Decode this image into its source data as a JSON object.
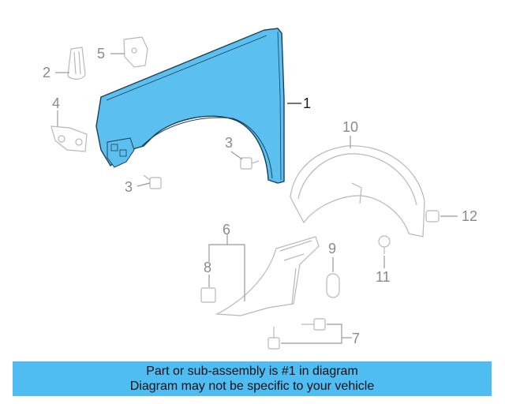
{
  "diagram": {
    "callouts": [
      {
        "id": "1",
        "label": "1"
      },
      {
        "id": "2",
        "label": "2"
      },
      {
        "id": "3a",
        "label": "3"
      },
      {
        "id": "3b",
        "label": "3"
      },
      {
        "id": "4",
        "label": "4"
      },
      {
        "id": "5",
        "label": "5"
      },
      {
        "id": "6",
        "label": "6"
      },
      {
        "id": "7",
        "label": "7"
      },
      {
        "id": "8",
        "label": "8"
      },
      {
        "id": "9",
        "label": "9"
      },
      {
        "id": "10",
        "label": "10"
      },
      {
        "id": "11",
        "label": "11"
      },
      {
        "id": "12",
        "label": "12"
      }
    ],
    "colors": {
      "highlight": "#5bc0f0",
      "ghost_stroke": "#b8b8b8",
      "banner": "#4fbdf2"
    }
  },
  "banner": {
    "line1": "Part or sub-assembly is #1 in diagram",
    "line2": "Diagram may not be specific to your vehicle"
  }
}
